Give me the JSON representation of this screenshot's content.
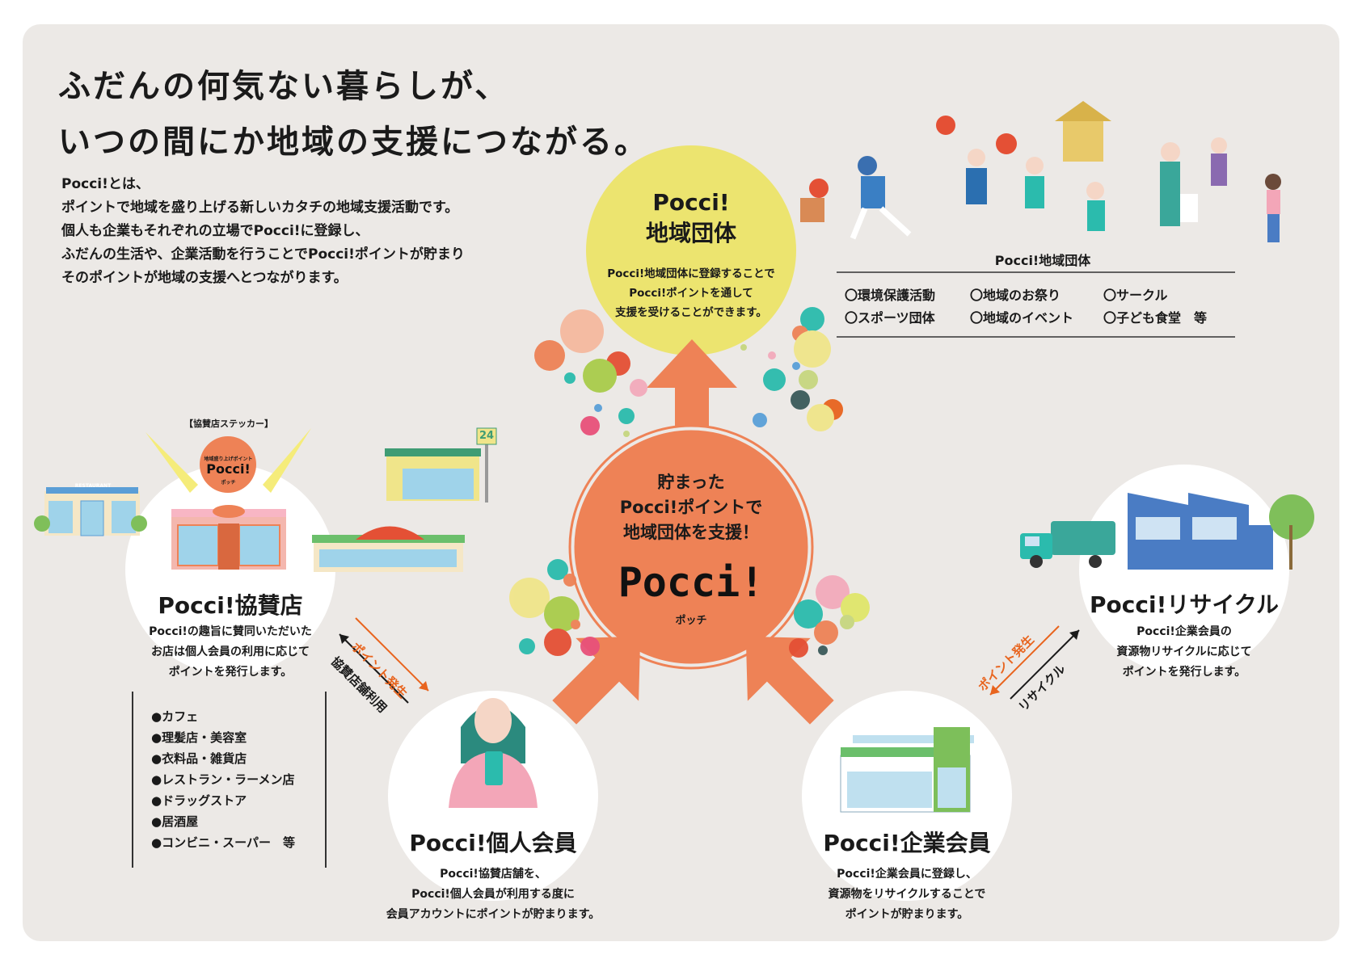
{
  "headline": {
    "line1": "ふだんの何気ない暮らしが、",
    "line2": "いつの間にか地域の支援につながる。"
  },
  "intro": [
    "Pocci!とは、",
    "ポイントで地域を盛り上げる新しいカタチの地域支援活動です。",
    "個人も企業もそれぞれの立場でPocci!に登録し、",
    "ふだんの生活や、企業活動を行うことでPocci!ポイントが貯まり",
    "そのポイントが地域の支援へとつながります。"
  ],
  "center": {
    "lines": [
      "貯まった",
      "Pocci!ポイントで",
      "地域団体を支援！"
    ],
    "logo": "Pocci!",
    "logo_reading": "ポッチ"
  },
  "community": {
    "title_line1": "Pocci!",
    "title_line2": "地域団体",
    "desc": [
      "Pocci!地域団体に登録することで",
      "Pocci!ポイントを通して",
      "支援を受けることができます。"
    ],
    "list_title": "Pocci!地域団体",
    "list": [
      "〇環境保護活動",
      "〇地域のお祭り",
      "〇サークル",
      "〇スポーツ団体",
      "〇地域のイベント",
      "〇子ども食堂　等"
    ]
  },
  "sponsor": {
    "title": "Pocci!協賛店",
    "desc": [
      "Pocci!の趣旨に賛同いただいた",
      "お店は個人会員の利用に応じて",
      "ポイントを発行します。"
    ],
    "sticker_label": "【協賛店ステッカー】",
    "sticker_text": "Pocci!",
    "sticker_small": "地域盛り上げポイント",
    "sticker_reading": "ポッチ",
    "restaurant_sign": "RESTAURANT",
    "store_sign": "24",
    "list": [
      "●カフェ",
      "●理髪店・美容室",
      "●衣料品・雑貨店",
      "●レストラン・ラーメン店",
      "●ドラッグストア",
      "●居酒屋",
      "●コンビニ・スーパー　等"
    ]
  },
  "individual": {
    "title": "Pocci!個人会員",
    "desc": [
      "Pocci!協賛店舗を、",
      "Pocci!個人会員が利用する度に",
      "会員アカウントにポイントが貯まります。"
    ]
  },
  "corporate": {
    "title": "Pocci!企業会員",
    "desc": [
      "Pocci!企業会員に登録し、",
      "資源物をリサイクルすることで",
      "ポイントが貯まります。"
    ]
  },
  "recycle": {
    "title": "Pocci!リサイクル",
    "desc": [
      "Pocci!企業会員の",
      "資源物リサイクルに応じて",
      "ポイントを発行します。"
    ]
  },
  "flows": {
    "left_point": "ポイント発生",
    "left_use": "協賛店舗利用",
    "right_point": "ポイント発生",
    "right_recycle": "リサイクル"
  },
  "colors": {
    "background": "#ece9e6",
    "orange": "#ee8256",
    "orange_text": "#e8641e",
    "yellow": "#ece46f",
    "white": "#ffffff"
  }
}
